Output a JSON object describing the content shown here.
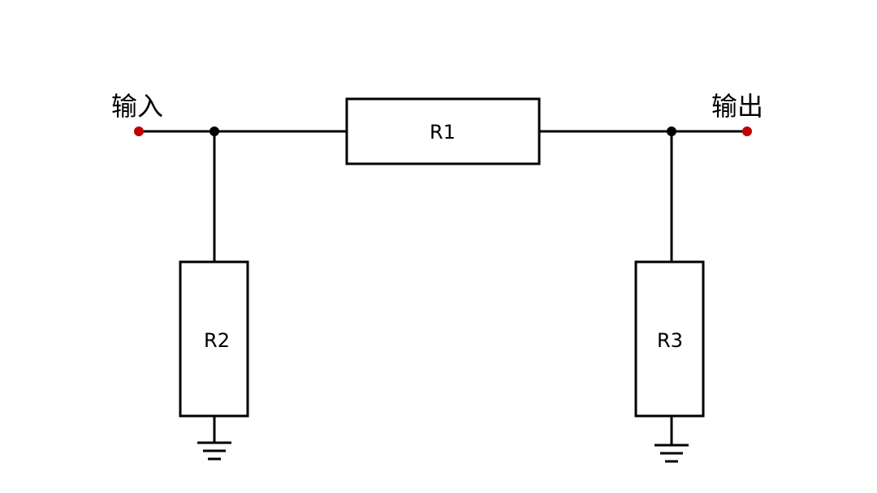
{
  "terminals": {
    "input_label": "输入",
    "output_label": "输出"
  },
  "resistors": {
    "r1": "R1",
    "r2": "R2",
    "r3": "R3"
  },
  "colors": {
    "wire": "#000000",
    "terminal": "#c00000",
    "junction": "#000000",
    "background": "#ffffff"
  }
}
